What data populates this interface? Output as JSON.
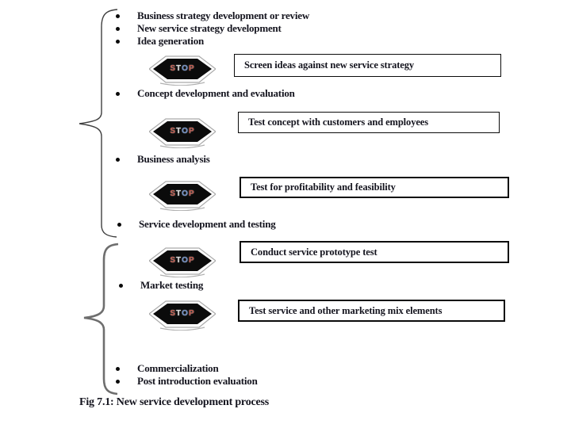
{
  "figure": {
    "caption": "Fig 7.1: New service development process"
  },
  "bullets": [
    "Business strategy development or review",
    "New service strategy development",
    "Idea generation",
    "Concept development and evaluation",
    "Business analysis",
    "Service development and testing",
    "Market testing",
    "Commercialization",
    "Post introduction evaluation"
  ],
  "boxes": [
    "Screen ideas against new service strategy",
    "Test concept with customers and employees",
    "Test for profitability and feasibility",
    "Conduct service prototype test",
    "Test service and other marketing mix elements"
  ],
  "stop": {
    "letters": [
      "S",
      "T",
      "O",
      "P"
    ]
  },
  "colors": {
    "text": "#14141e",
    "box_border": "#0b0b0b",
    "stop_fill": "#0b0b0b",
    "stop_outline": "#aaaaaa",
    "brace_upper": "#3f3f3f",
    "brace_lower": "#6e6e6e",
    "stop_letter_red": "#c0574a",
    "stop_letter_gray": "#d8d8d8",
    "stop_letter_blue": "#6f8fc9"
  }
}
